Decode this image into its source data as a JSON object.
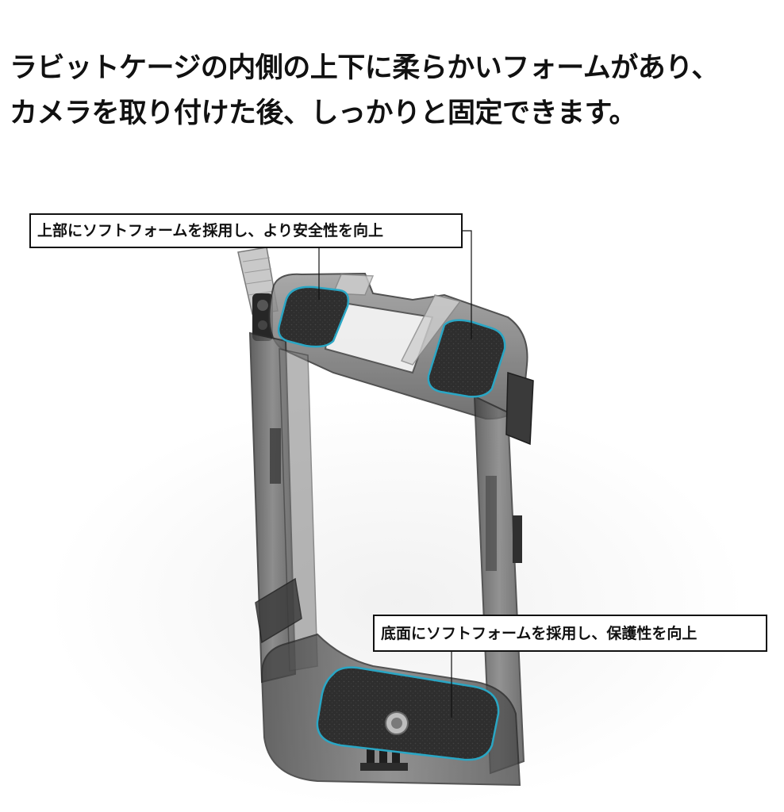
{
  "headline": {
    "line1": "ラビットケージの内側の上下に柔らかいフォームがあり、",
    "line2": "カメラを取り付けた後、しっかりと固定できます。"
  },
  "callouts": {
    "top": "上部にソフトフォームを採用し、より安全性を向上",
    "bottom": "底面にソフトフォームを採用し、保護性を向上"
  },
  "colors": {
    "cage_body": "#5c5c5c",
    "foam_pad": "#2e2e2e",
    "foam_outline": "#2aa6c4",
    "background": "#ffffff"
  }
}
